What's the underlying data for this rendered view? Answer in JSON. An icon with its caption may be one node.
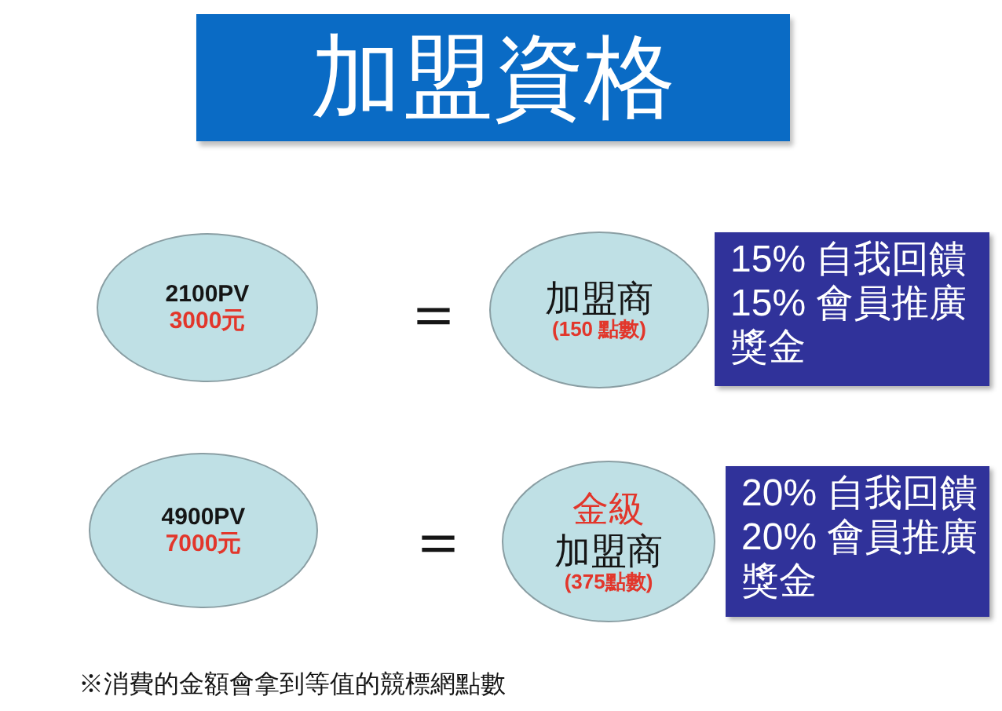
{
  "diagram": {
    "title": "加盟資格",
    "nodes": [
      {
        "text": [
          "2100PV",
          "3000元"
        ]
      },
      {
        "text": [
          "加盟商",
          "(150 點數)"
        ]
      },
      {
        "text": [
          "15% 自我回饋",
          "15% 會員推廣獎金"
        ]
      },
      {
        "text": [
          "4900PV",
          "7000元"
        ]
      },
      {
        "text": [
          "金級",
          "加盟商",
          "(375點數)"
        ]
      },
      {
        "text": [
          "20% 自我回饋",
          "20% 會員推廣獎金"
        ]
      }
    ],
    "edges": [],
    "labels": [
      "＝",
      "＝",
      "※消費的金額會拿到等值的競標網點數"
    ]
  }
}
